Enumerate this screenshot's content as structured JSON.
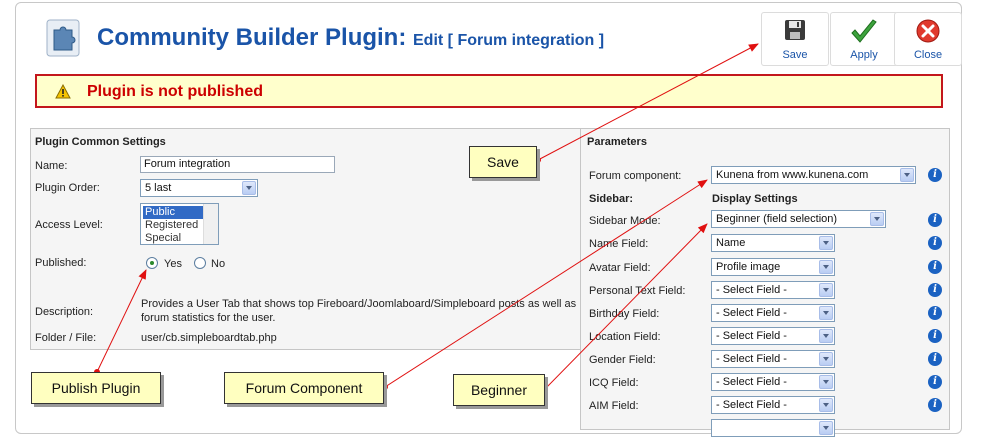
{
  "header": {
    "title": "Community Builder Plugin:",
    "subtitle": "Edit [ Forum integration ]",
    "logo_icon": "puzzle-icon"
  },
  "toolbar": {
    "save_label": "Save",
    "apply_label": "Apply",
    "close_label": "Close"
  },
  "notice": {
    "text": "Plugin is not published",
    "icon": "warning-icon"
  },
  "common": {
    "heading": "Plugin Common Settings",
    "name_label": "Name:",
    "name_value": "Forum integration",
    "order_label": "Plugin Order:",
    "order_value": "5 last",
    "access_label": "Access Level:",
    "access_options": [
      "Public",
      "Registered",
      "Special"
    ],
    "published_label": "Published:",
    "yes_label": "Yes",
    "no_label": "No",
    "description_label": "Description:",
    "description_line1": "Provides a User Tab that shows top Fireboard/Joomlaboard/Simpleboard posts as well as",
    "description_line2": "forum statistics for the user.",
    "folder_label": "Folder / File:",
    "folder_value": "user/cb.simpleboardtab.php"
  },
  "params": {
    "heading": "Parameters",
    "forum_component_label": "Forum component:",
    "forum_component_value": "Kunena from www.kunena.com",
    "sidebar_heading": "Sidebar:",
    "display_heading": "Display Settings",
    "sidebar_mode_label": "Sidebar Mode:",
    "sidebar_mode_value": "Beginner (field selection)",
    "fields": [
      {
        "label": "Name Field:",
        "value": "Name"
      },
      {
        "label": "Avatar Field:",
        "value": "Profile image"
      },
      {
        "label": "Personal Text Field:",
        "value": "- Select Field -"
      },
      {
        "label": "Birthday Field:",
        "value": "- Select Field -"
      },
      {
        "label": "Location Field:",
        "value": "- Select Field -"
      },
      {
        "label": "Gender Field:",
        "value": "- Select Field -"
      },
      {
        "label": "ICQ Field:",
        "value": "- Select Field -"
      },
      {
        "label": "AIM Field:",
        "value": "- Select Field -"
      }
    ]
  },
  "callouts": {
    "save": "Save",
    "publish": "Publish Plugin",
    "forum_component": "Forum Component",
    "beginner": "Beginner"
  },
  "colors": {
    "title_blue": "#1a54a8",
    "notice_red": "#cc0000",
    "notice_bg": "#ffffcc",
    "callout_bg": "#ffffc0",
    "arrow_red": "#e01010"
  }
}
